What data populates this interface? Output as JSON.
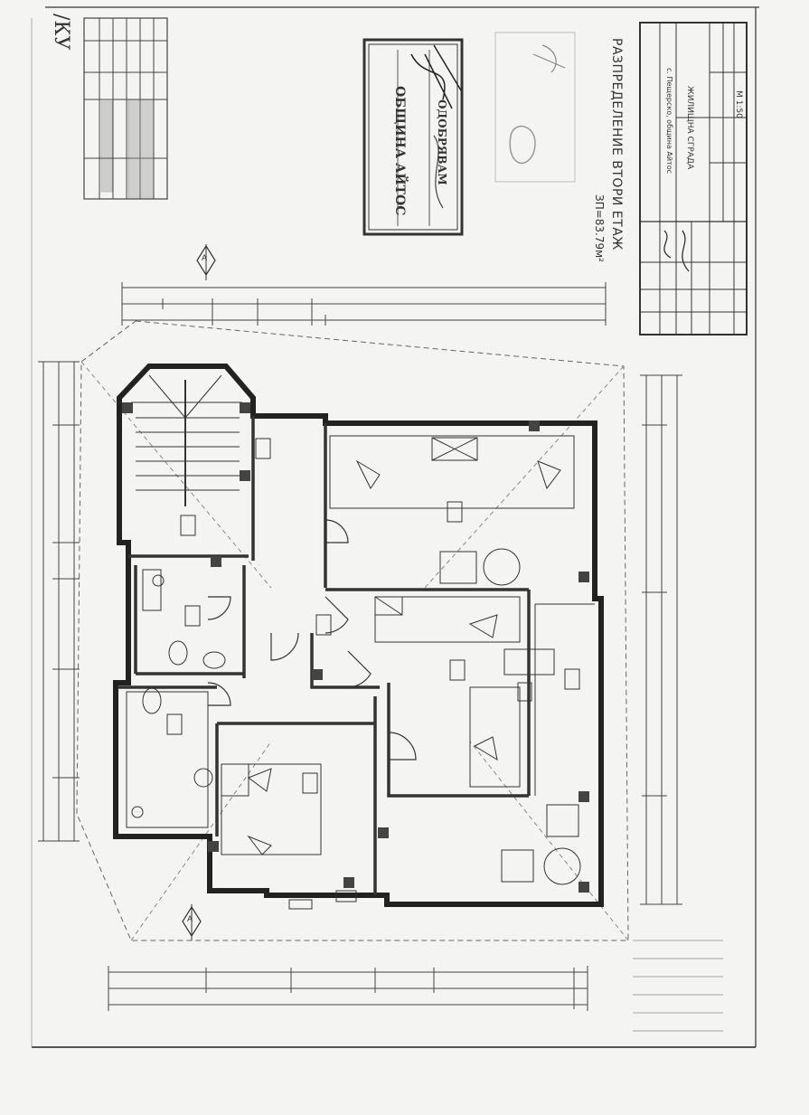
{
  "sheet": {
    "title": "РАЗПРЕДЕЛЕНИЕ ВТОРИ ЕТАЖ",
    "area": "ЗП=83.79м²",
    "handwritten_mark": "/КУ",
    "paper_color": "#f4f4f2",
    "ink_color": "#222222"
  },
  "stamp": {
    "line1": "ОБЩИНА АЙТОС",
    "line3": "ОДОБРЯВАМ"
  },
  "title_block": {
    "project_line": "ЖИЛИЩНА СГРАДА",
    "location_line": "с. Пещерско, община Айтос",
    "scale": "М 1:50"
  },
  "north_marks": [
    "А",
    "А"
  ]
}
